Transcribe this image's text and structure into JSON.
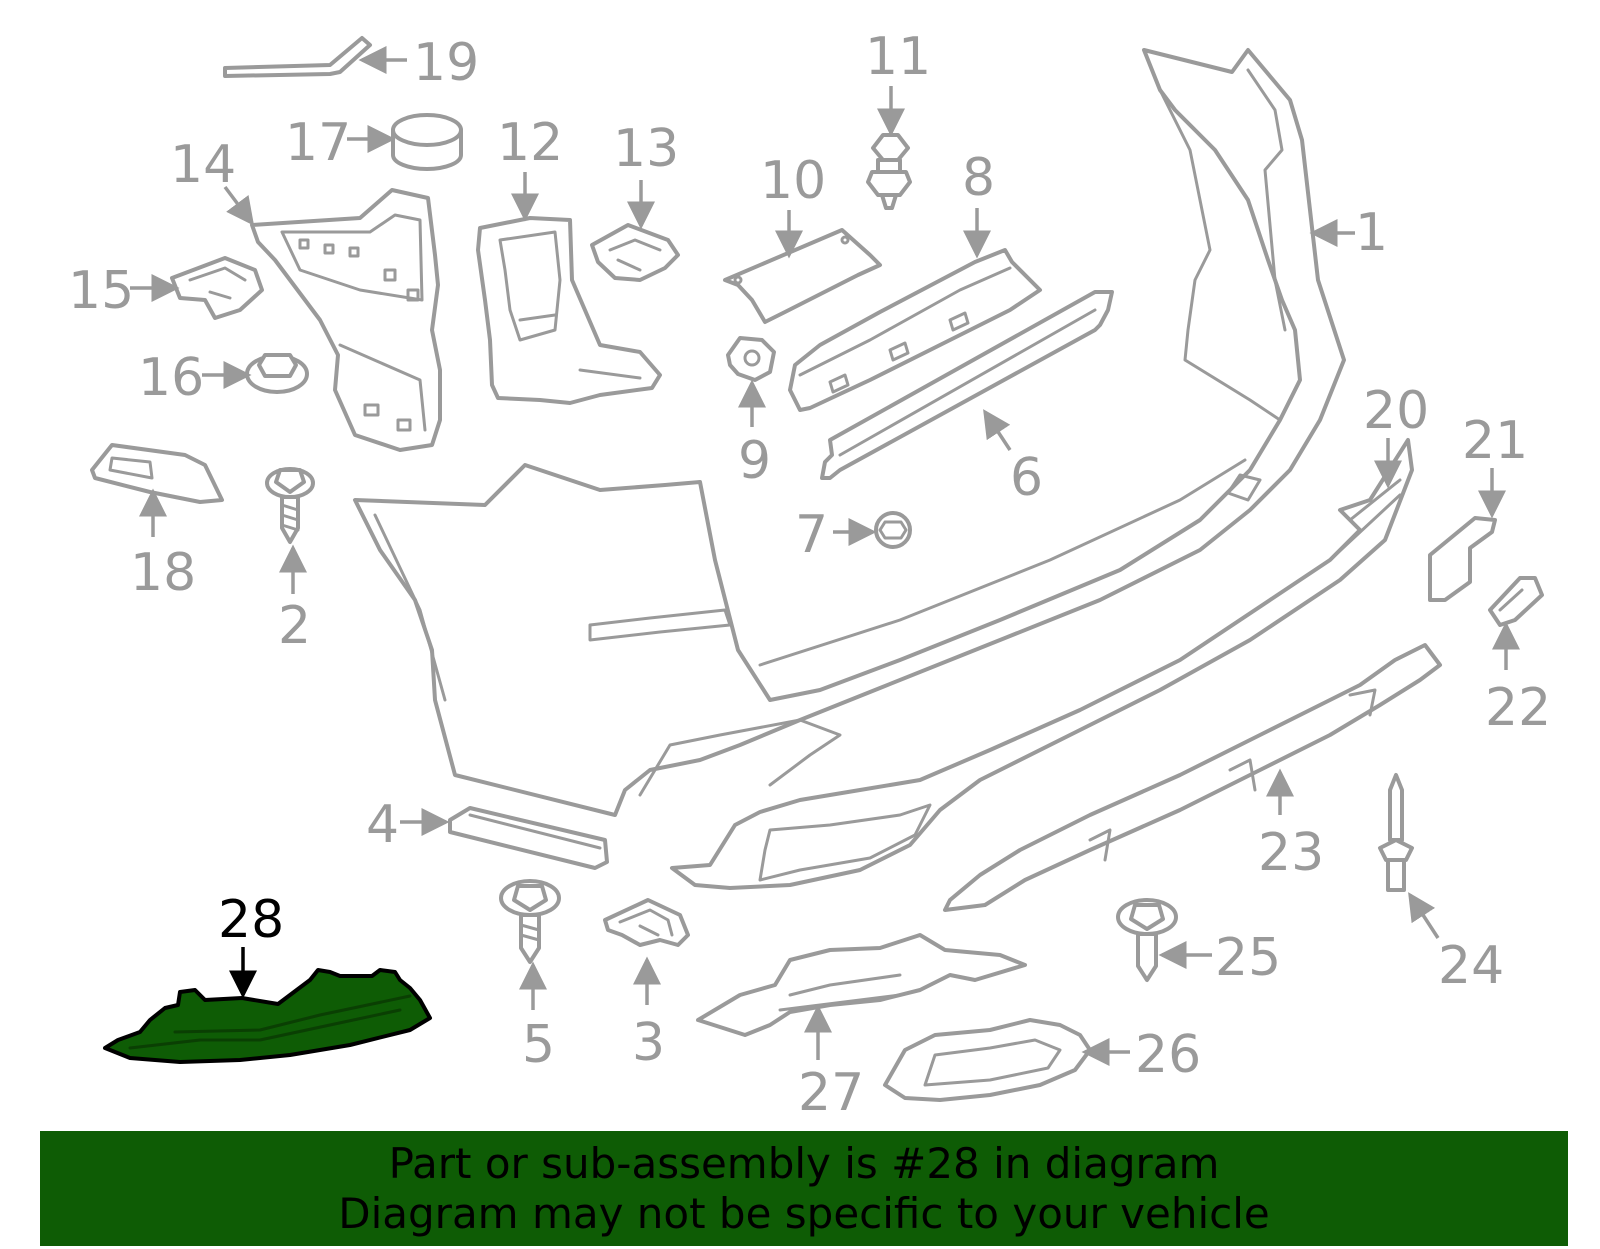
{
  "callouts": {
    "c1": "1",
    "c2": "2",
    "c3": "3",
    "c4": "4",
    "c5": "5",
    "c6": "6",
    "c7": "7",
    "c8": "8",
    "c9": "9",
    "c10": "10",
    "c11": "11",
    "c12": "12",
    "c13": "13",
    "c14": "14",
    "c15": "15",
    "c16": "16",
    "c17": "17",
    "c18": "18",
    "c19": "19",
    "c20": "20",
    "c21": "21",
    "c22": "22",
    "c23": "23",
    "c24": "24",
    "c25": "25",
    "c26": "26",
    "c27": "27",
    "c28": "28"
  },
  "highlight": {
    "part_number": "28",
    "color": "#0e5c05"
  },
  "banner": {
    "line1": "Part or sub-assembly is #28 in diagram",
    "line2": "Diagram may not be specific to your vehicle"
  }
}
